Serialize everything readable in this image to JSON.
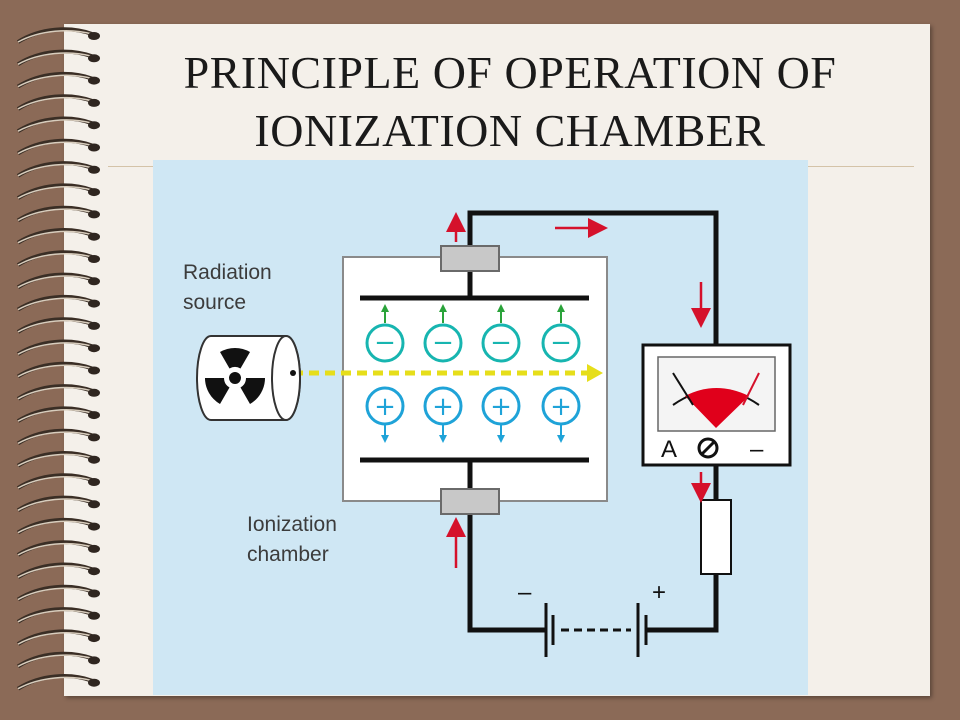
{
  "title": {
    "line1": "PRINCIPLE OF OPERATION OF",
    "line2": "IONIZATION CHAMBER"
  },
  "diagram": {
    "source_label_line1": "Radiation",
    "source_label_line2": "source",
    "chamber_label_line1": "Ionization",
    "chamber_label_line2": "chamber",
    "meter_label_a": "A",
    "meter_label_minus": "–",
    "battery_minus": "–",
    "battery_plus": "+",
    "negative_ion_symbol": "−",
    "positive_ion_symbol": "+",
    "icons": [
      "radiation-trefoil-icon",
      "ammeter-icon",
      "resistor-icon",
      "battery-icon"
    ],
    "colors": {
      "background": "#cfe7f4",
      "ion": "#17b5b0",
      "current_arrow": "#d5112b",
      "beam": "#e6de1a",
      "meter_fill": "#e0001b"
    }
  }
}
